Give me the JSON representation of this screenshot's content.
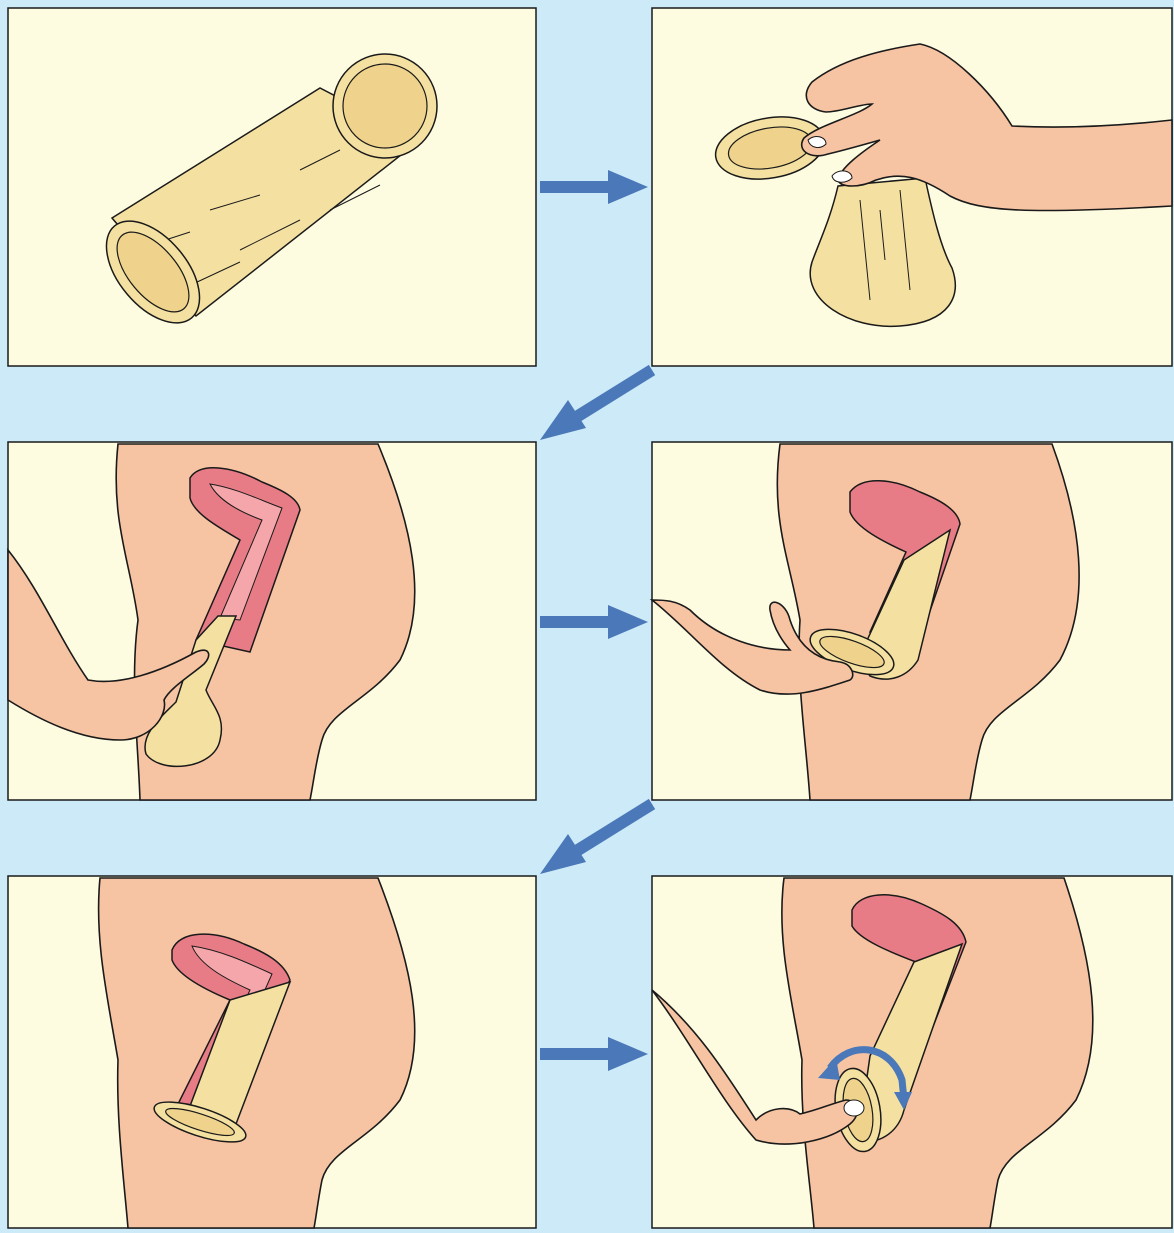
{
  "figure": {
    "colors": {
      "background": "#cdeaf8",
      "panel": "#fdfbe0",
      "outline": "#1a1a1a",
      "skin": "#f6c4a3",
      "condom": "#f4e1a2",
      "condom_inner": "#efd38c",
      "uterus": "#e87c86",
      "uterus_inner": "#f5a6ab",
      "arrow": "#4a78b8"
    },
    "steps": [
      {
        "depicts": "condom"
      },
      {
        "depicts": "hand-squeezing-inner-ring"
      },
      {
        "depicts": "inserting-condom"
      },
      {
        "depicts": "pushing-condom-into-place"
      },
      {
        "depicts": "condom-in-place"
      },
      {
        "depicts": "twisting-outer-ring-to-remove"
      }
    ],
    "arrows": [
      {
        "from": 1,
        "to": 2,
        "direction": "right"
      },
      {
        "from": 2,
        "to": 3,
        "direction": "down-left"
      },
      {
        "from": 3,
        "to": 4,
        "direction": "right"
      },
      {
        "from": 4,
        "to": 5,
        "direction": "down-left"
      },
      {
        "from": 5,
        "to": 6,
        "direction": "right"
      }
    ]
  }
}
